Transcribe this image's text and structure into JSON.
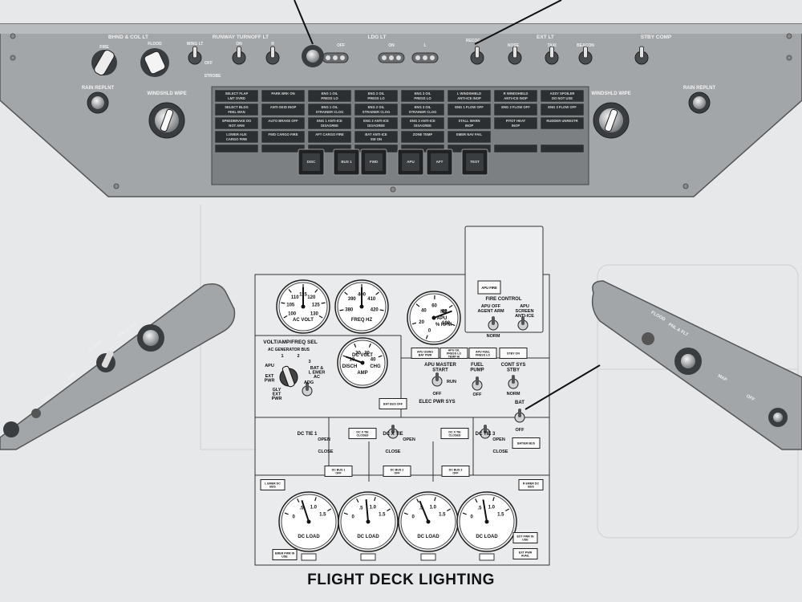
{
  "caption": "FLIGHT DECK LIGHTING",
  "overhead": {
    "group_labels": [
      "BHND & COL LT",
      "RUNWAY TURNOFF LT",
      "LDG LT",
      "EXT LT",
      "STBY COMP"
    ],
    "switch_labels": [
      "FIRE",
      "FLOOD",
      "WING LT",
      "OFF",
      "ON",
      "R",
      "OFF",
      "ON",
      "L",
      "NOSE",
      "TAXI",
      "BEACON",
      "RECOG",
      "STROBE"
    ],
    "knob_labels": [
      "RAIN REPLNT",
      "WINDSHLD WIPE",
      "WINDSHLD WIPE",
      "RAIN REPLNT"
    ],
    "annunciators": [
      "SELECT FLAP LMT OVRD",
      "PARK BRK ON",
      "ENG 1 OIL PRESS LO",
      "ENG 2 OIL PRESS LO",
      "ENG 3 OIL PRESS LO",
      "L WINDSHIELD ANTI-ICE INOP",
      "R WINDSHIELD ANTI-ICE INOP",
      "ASSY SPOILER DO NOT USE",
      "SELECT BLDG FEEL MAN",
      "ANTI-SKID INOP",
      "ENG 1 OIL STRAINER CLOG",
      "ENG 2 OIL STRAINER CLOG",
      "ENG 3 OIL STRAINER CLOG",
      "ENG 1 FLOW OFF",
      "ENG 2 FLOW OFF",
      "ENG 3 FLOW OFF",
      "SPEEDBRAKE DO NOT ARM",
      "AUTO BRAKE OFF",
      "ENG 1 ANTI-ICE DISAGREE",
      "ENG 2 ANTI-ICE DISAGREE",
      "ENG 3 ANTI-ICE DISAGREE",
      "STALL WARN INOP",
      "PITOT HEAT INOP",
      "RUDDER UNRESTR",
      "LOWER AUX CARGO FIRE",
      "FWD CARGO FIRE",
      "AFT CARGO FIRE",
      "BAT ANTI-ICE SW ON",
      "ZONE TEMP",
      "EMER NAV FAIL"
    ],
    "push_buttons": [
      "DISC",
      "BUS 1",
      "FWD",
      "APU",
      "AFT",
      "TEST"
    ]
  },
  "electrical": {
    "gauges": {
      "ac_volt": {
        "label": "AC VOLT",
        "ticks": [
          "100",
          "105",
          "110",
          "115",
          "120",
          "125",
          "130"
        ],
        "value": 115
      },
      "freq": {
        "label": "FREQ HZ",
        "ticks": [
          "380",
          "390",
          "400",
          "410",
          "420"
        ],
        "value": 400
      },
      "dc_volt_amp": {
        "ticks": [
          "10",
          "20",
          "30",
          "40"
        ],
        "labels": [
          "DC VOLT",
          "AMP",
          "DISCH",
          "CHG"
        ],
        "value": 0
      },
      "apu_n2": {
        "ticks": [
          "0",
          "20",
          "40",
          "60",
          "80",
          "100"
        ],
        "labels": [
          "APU",
          "N2",
          "% RPM"
        ],
        "value": 85
      },
      "dc_load": {
        "ticks": [
          "0",
          ".5",
          "1.0",
          "1.5"
        ],
        "label": "DC LOAD",
        "count": 4
      }
    },
    "voltamp_selector": {
      "title": "VOLT/AMP/FREQ SEL",
      "subtitle": "AC GENERATOR BUS",
      "positions": [
        "1",
        "2",
        "3",
        "APU",
        "EXT PWR",
        "GLY EXT PWR",
        "BAT & L EMER AC",
        "ADG"
      ]
    },
    "fire_control": {
      "apu_fire": "APU FIRE",
      "title": "FIRE CONTROL",
      "agent_arm": "APU OFF AGENT ARM",
      "screen_anti_ice": "APU SCREEN ANTI-ICE",
      "norm": "NORM"
    },
    "lights": [
      "APU USING BAT PWR",
      "APU OIL PRESS LO TEMP HI",
      "APU FUEL PRESS LO",
      "STBY ON",
      "BAT BUS OFF",
      "BAT/EM BUS",
      "DC X TIE CLOSED",
      "DC X TIE CLOSED",
      "DC BUS 1 OFF",
      "DC BUS 2 OFF",
      "DC BUS 3 OFF",
      "L EMER DC BUS",
      "R EMER DC BUS",
      "EMER PWR IN USE",
      "EXT PWR IN USE",
      "EXT PWR AVAIL"
    ],
    "switches": {
      "apu_master": {
        "title": "APU MASTER START",
        "run": "RUN",
        "off": "OFF",
        "group": "ELEC PWR SYS"
      },
      "fuel_pump": {
        "title": "FUEL PUMP",
        "off": "OFF"
      },
      "cont_sys": {
        "title": "CONT SYS STBY",
        "norm": "NORM"
      },
      "bat": {
        "title": "BAT",
        "off": "OFF"
      },
      "dc_tie_1": {
        "title": "DC TIE 1",
        "open": "OPEN",
        "close": "CLOSE"
      },
      "dc_tie_x": {
        "title": "DC X TIE",
        "open": "OPEN",
        "close": "CLOSE"
      },
      "dc_tie_3": {
        "title": "DC TIE 3",
        "open": "OPEN",
        "close": "CLOSE"
      }
    }
  },
  "side_panels": {
    "left_labels": [
      "FLOOD",
      "PNL & FLT",
      "MAP",
      "OFF"
    ],
    "right_labels": [
      "FLOOD",
      "PNL & FLT",
      "MAP",
      "OFF"
    ]
  },
  "colors": {
    "panel": "#a3a6a9",
    "panel_dark": "#6f7376",
    "ink": "#222222",
    "paper": "#e6e8ea"
  }
}
